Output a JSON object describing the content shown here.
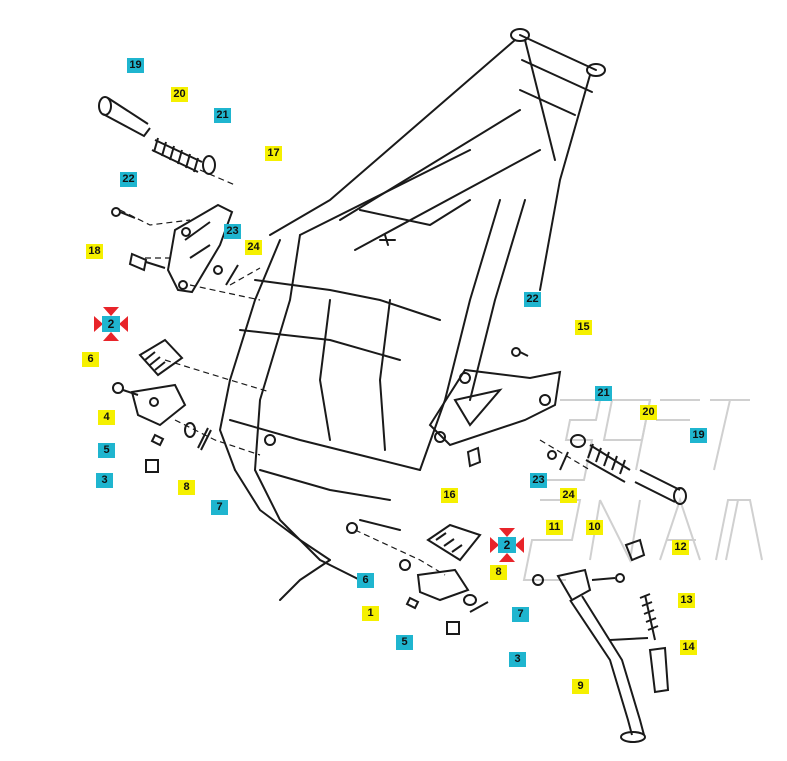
{
  "callouts": [
    {
      "id": "c-19-top",
      "text": "19",
      "color": "cyan"
    },
    {
      "id": "c-20-top",
      "text": "20",
      "color": "yellow"
    },
    {
      "id": "c-21-top",
      "text": "21",
      "color": "cyan"
    },
    {
      "id": "c-17",
      "text": "17",
      "color": "yellow"
    },
    {
      "id": "c-22-top",
      "text": "22",
      "color": "cyan"
    },
    {
      "id": "c-18",
      "text": "18",
      "color": "yellow"
    },
    {
      "id": "c-23-top",
      "text": "23",
      "color": "cyan"
    },
    {
      "id": "c-24-top",
      "text": "24",
      "color": "yellow"
    },
    {
      "id": "c-2-left",
      "text": "2",
      "color": "cyan"
    },
    {
      "id": "c-6-left",
      "text": "6",
      "color": "yellow"
    },
    {
      "id": "c-4",
      "text": "4",
      "color": "yellow"
    },
    {
      "id": "c-5-left",
      "text": "5",
      "color": "cyan"
    },
    {
      "id": "c-3-left",
      "text": "3",
      "color": "cyan"
    },
    {
      "id": "c-8-left",
      "text": "8",
      "color": "yellow"
    },
    {
      "id": "c-7-left",
      "text": "7",
      "color": "cyan"
    },
    {
      "id": "c-22-right",
      "text": "22",
      "color": "cyan"
    },
    {
      "id": "c-15",
      "text": "15",
      "color": "yellow"
    },
    {
      "id": "c-21-right",
      "text": "21",
      "color": "cyan"
    },
    {
      "id": "c-20-right",
      "text": "20",
      "color": "yellow"
    },
    {
      "id": "c-19-right",
      "text": "19",
      "color": "cyan"
    },
    {
      "id": "c-16",
      "text": "16",
      "color": "yellow"
    },
    {
      "id": "c-23-right",
      "text": "23",
      "color": "cyan"
    },
    {
      "id": "c-24-right",
      "text": "24",
      "color": "yellow"
    },
    {
      "id": "c-11",
      "text": "11",
      "color": "yellow"
    },
    {
      "id": "c-10",
      "text": "10",
      "color": "yellow"
    },
    {
      "id": "c-12",
      "text": "12",
      "color": "yellow"
    },
    {
      "id": "c-2-right",
      "text": "2",
      "color": "cyan"
    },
    {
      "id": "c-8-right",
      "text": "8",
      "color": "yellow"
    },
    {
      "id": "c-6-right",
      "text": "6",
      "color": "cyan"
    },
    {
      "id": "c-1",
      "text": "1",
      "color": "yellow"
    },
    {
      "id": "c-7-right",
      "text": "7",
      "color": "cyan"
    },
    {
      "id": "c-5-right",
      "text": "5",
      "color": "cyan"
    },
    {
      "id": "c-3-right",
      "text": "3",
      "color": "cyan"
    },
    {
      "id": "c-13",
      "text": "13",
      "color": "yellow"
    },
    {
      "id": "c-14",
      "text": "14",
      "color": "yellow"
    },
    {
      "id": "c-9",
      "text": "9",
      "color": "yellow"
    }
  ],
  "colors": {
    "callout_cyan": "#1fb5cf",
    "callout_yellow": "#f5f000",
    "marker_red": "#e8242a",
    "line": "#1a1a1a",
    "watermark": "#d8d8d8"
  }
}
